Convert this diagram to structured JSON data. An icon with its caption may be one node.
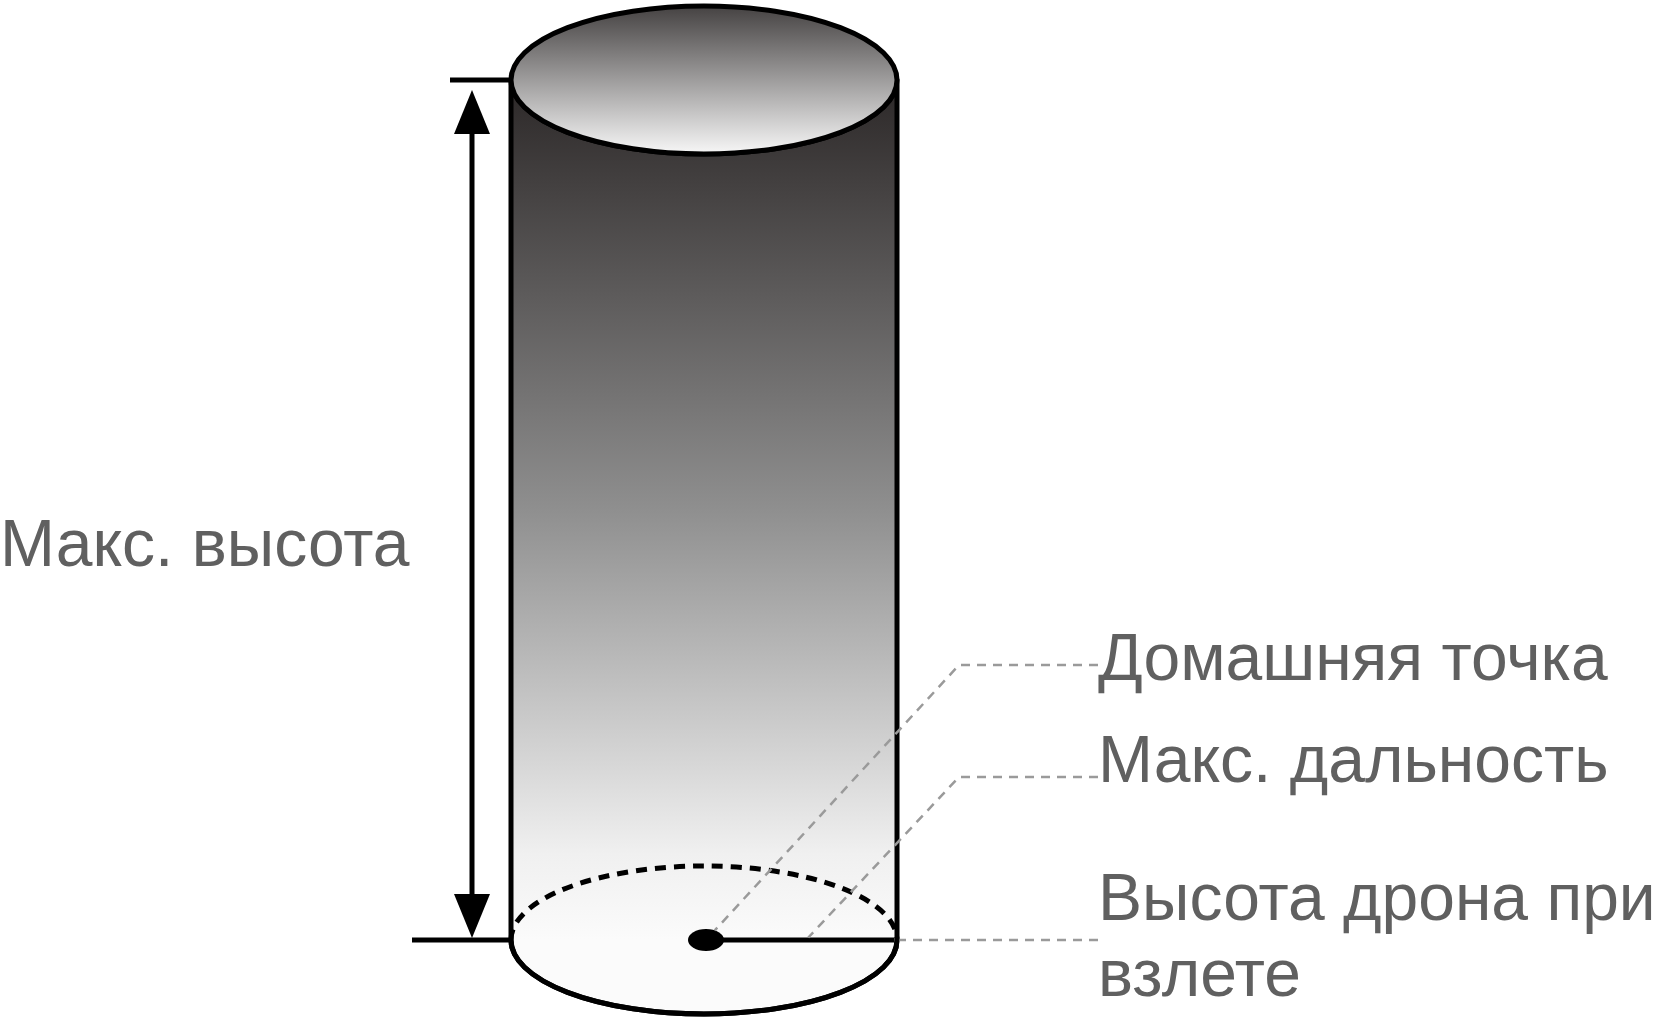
{
  "diagram": {
    "nodes": [
      {
        "text": [
          "Домашняя точка"
        ]
      },
      {
        "text": [
          "Макс. дальность"
        ]
      },
      {
        "text": [
          "Высота дрона при взлете"
        ]
      },
      {
        "text": [],
        "shape": "ellipse"
      },
      {
        "text": [],
        "shape": "circle",
        "in": 3
      },
      {
        "text": [],
        "shape": "line",
        "in": 3
      }
    ],
    "edges": [
      {
        "from": 0,
        "to": 4,
        "arrow": "none",
        "style": "dashed"
      },
      {
        "from": 1,
        "to": 5,
        "arrow": "none",
        "style": "dashed"
      },
      {
        "from": 2,
        "to": 3,
        "arrow": "none",
        "style": "dashed"
      }
    ],
    "labels": [
      "Макс. высота"
    ]
  }
}
